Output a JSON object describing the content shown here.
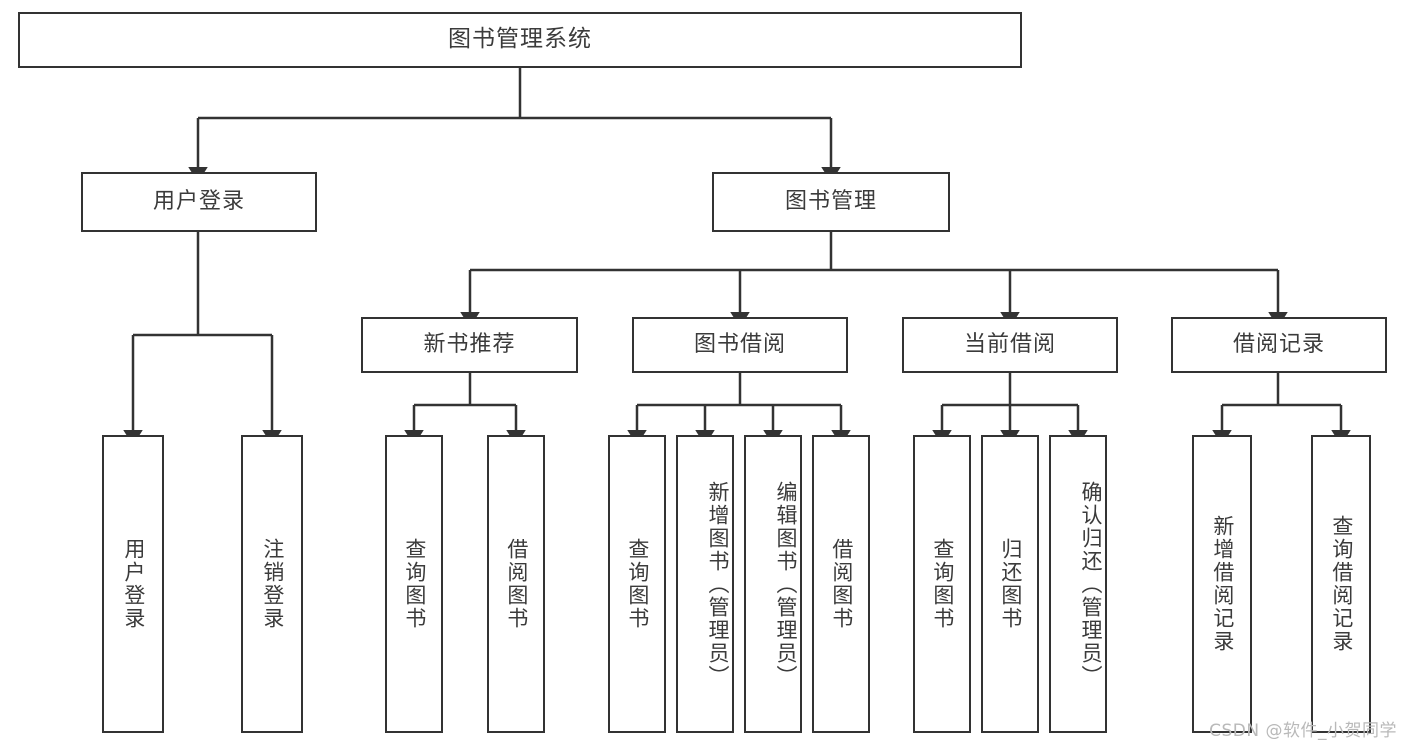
{
  "diagram": {
    "title": "图书管理系统",
    "type": "功能结构图",
    "root": {
      "id": "root",
      "label": "图书管理系统"
    },
    "level2": [
      {
        "id": "user-login",
        "label": "用户登录"
      },
      {
        "id": "book-mgmt",
        "label": "图书管理"
      }
    ],
    "level3": [
      {
        "id": "new-book-rec",
        "label": "新书推荐",
        "parent": "book-mgmt"
      },
      {
        "id": "book-borrow",
        "label": "图书借阅",
        "parent": "book-mgmt"
      },
      {
        "id": "current-borrow",
        "label": "当前借阅",
        "parent": "book-mgmt"
      },
      {
        "id": "borrow-record",
        "label": "借阅记录",
        "parent": "book-mgmt"
      }
    ],
    "leaves": [
      {
        "id": "leaf-user-login",
        "label": "用户登录",
        "parent": "user-login"
      },
      {
        "id": "leaf-logout",
        "label": "注销登录",
        "parent": "user-login"
      },
      {
        "id": "leaf-rec-query",
        "label": "查询图书",
        "parent": "new-book-rec"
      },
      {
        "id": "leaf-rec-borrow",
        "label": "借阅图书",
        "parent": "new-book-rec"
      },
      {
        "id": "leaf-borrow-query",
        "label": "查询图书",
        "parent": "book-borrow"
      },
      {
        "id": "leaf-borrow-add",
        "label": "新增图书（管理员）",
        "parent": "book-borrow"
      },
      {
        "id": "leaf-borrow-edit",
        "label": "编辑图书（管理员）",
        "parent": "book-borrow"
      },
      {
        "id": "leaf-borrow-do",
        "label": "借阅图书",
        "parent": "book-borrow"
      },
      {
        "id": "leaf-cur-query",
        "label": "查询图书",
        "parent": "current-borrow"
      },
      {
        "id": "leaf-cur-return",
        "label": "归还图书",
        "parent": "current-borrow"
      },
      {
        "id": "leaf-cur-confirm",
        "label": "确认归还（管理员）",
        "parent": "current-borrow"
      },
      {
        "id": "leaf-rec-add",
        "label": "新增借阅记录",
        "parent": "borrow-record"
      },
      {
        "id": "leaf-rec-query2",
        "label": "查询借阅记录",
        "parent": "borrow-record"
      }
    ]
  },
  "watermark": {
    "text": "CSDN @软件_小贺同学"
  },
  "colors": {
    "border": "#333333",
    "text": "#3b3b3b",
    "background": "#ffffff",
    "watermark": "#b9b9b9"
  }
}
